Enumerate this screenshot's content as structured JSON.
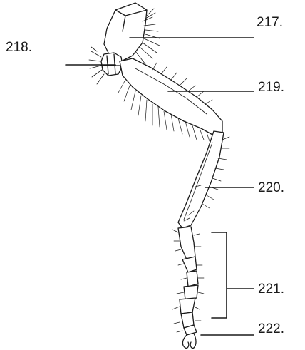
{
  "labels": {
    "coxa": "217.",
    "trochanter": "218.",
    "femur": "219.",
    "tibia": "220.",
    "tarsus": "221.",
    "pretarsus": "222."
  },
  "colors": {
    "ink": "#1a1a1a",
    "background": "#ffffff"
  }
}
